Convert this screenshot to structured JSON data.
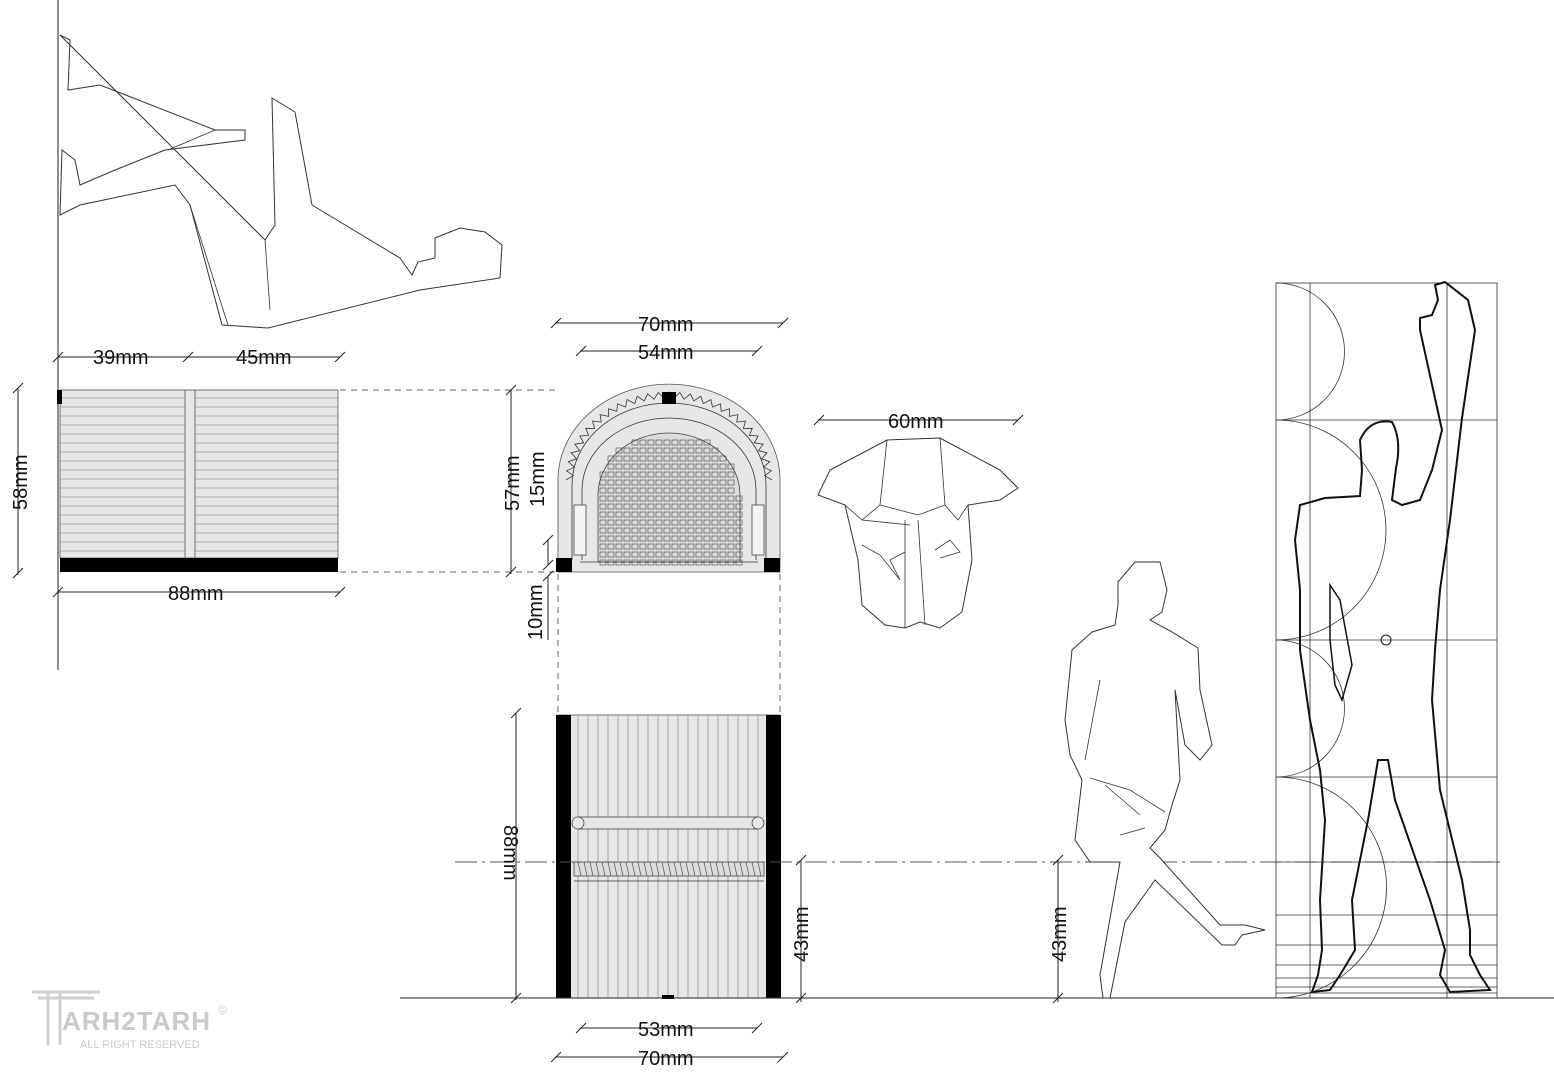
{
  "dimensions": {
    "top_left_39": "39mm",
    "top_right_45": "45mm",
    "left_height_58": "58mm",
    "bottom_width_88": "88mm",
    "front_top_70": "70mm",
    "front_top_54": "54mm",
    "front_height_57": "57mm",
    "front_15": "15mm",
    "front_10": "10mm",
    "person_width_60": "60mm",
    "side_height_88": "88mm",
    "seat_height_43": "43mm",
    "person_seat_43": "43mm",
    "bottom_53": "53mm",
    "bottom_70": "70mm"
  },
  "watermark": {
    "brand": "ARH2TARH",
    "tagline": "ALL RIGHT RESERVED",
    "mark": "©"
  },
  "colors": {
    "ink": "#222222",
    "slat_fill": "#e7e7e7",
    "solid": "#000000",
    "watermark": "#c9c9c9"
  }
}
